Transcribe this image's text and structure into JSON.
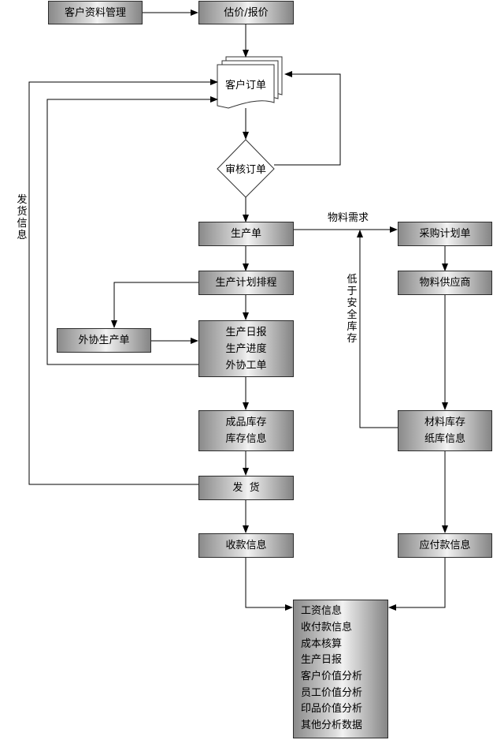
{
  "nodes": {
    "customer_data": "客户资料管理",
    "quote": "估价/报价",
    "customer_order": "客户订单",
    "review_order": "审核订单",
    "production_order": "生产单",
    "production_schedule": "生产计划排程",
    "outsource_order": "外协生产单",
    "daily_report": [
      "生产日报",
      "生产进度",
      "外协工单"
    ],
    "finished_stock": [
      "成品库存",
      "库存信息"
    ],
    "shipping": "发  货",
    "payment_received": "收款信息",
    "purchase_plan": "采购计划单",
    "supplier": "物料供应商",
    "material_stock": [
      "材料库存",
      "纸库信息"
    ],
    "payables": "应付款信息",
    "analysis": [
      "工资信息",
      "收付款信息",
      "成本核算",
      "生产日报",
      "客户价值分析",
      "员工价值分析",
      "印品价值分析",
      "其他分析数据"
    ]
  },
  "edge_labels": {
    "material_demand": "物料需求",
    "below_safety_stock": "低于安全库存",
    "shipping_info": "发货信息"
  },
  "colors": {
    "line": "#000000",
    "border": "#2b2b2b",
    "gradient_dark": "#858585",
    "gradient_light": "#f2f2f2"
  }
}
